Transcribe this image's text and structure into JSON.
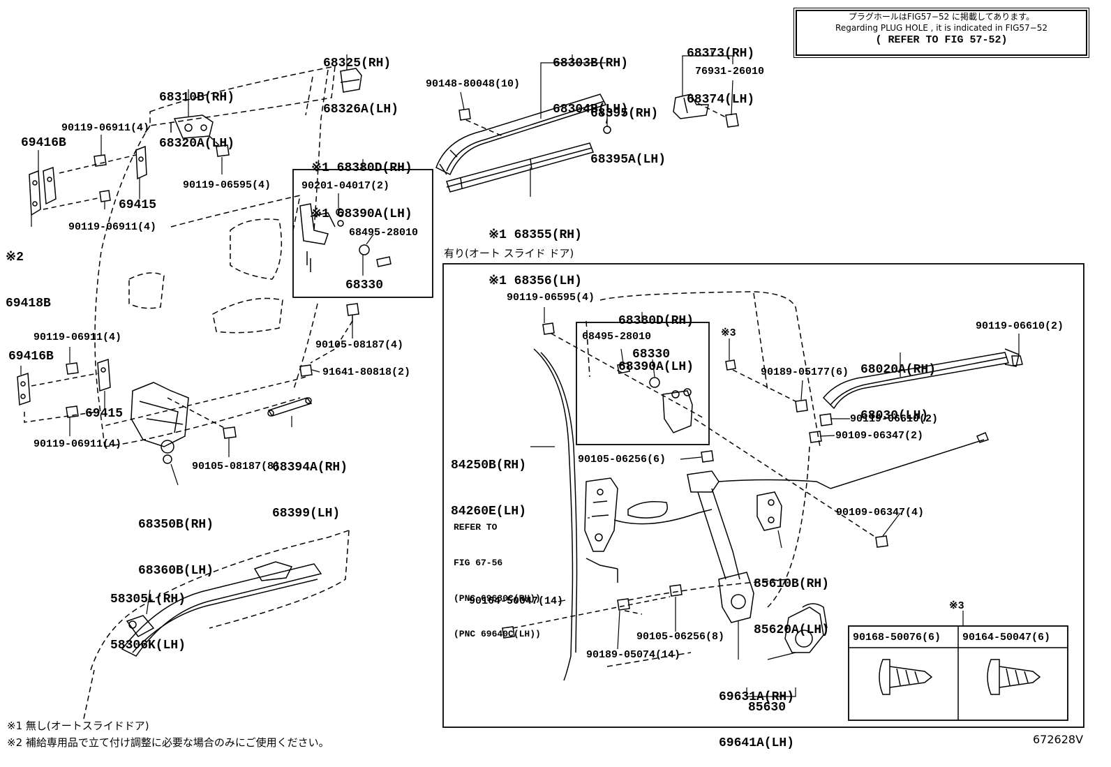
{
  "plug_note": {
    "line1": "プラグホールはFIG57−52 に掲載してあります。",
    "line2": "Regarding  PLUG HOLE , it is indicated in FIG57−52",
    "line3": "( REFER TO FIG 57-52)"
  },
  "section_auto_label": "有り(オート スライド ドア)",
  "footnotes": [
    "※1 無し(オートスライドドア)",
    "※2 補給専用品で立て付け調整に必要な場合のみにご使用ください。"
  ],
  "figure_code": "672628V",
  "refer_fig": {
    "line1": "REFER TO",
    "line2": "FIG 67-56",
    "line3": "(PNC 69630C(RH))",
    "line4": "(PNC 69640C(LH))"
  },
  "fastener_table": {
    "marker": "※3",
    "col1": "90168-50076(6)",
    "col2": "90164-50047(6)"
  },
  "labels": {
    "p68325": [
      "68325(RH)",
      "68326A(LH)"
    ],
    "p68310": [
      "68310B(RH)",
      "68320A(LH)"
    ],
    "b90119_06911_a": "90119-06911(4)",
    "p69416b_a": "69416B",
    "b90119_06595_a": "90119-06595(4)",
    "p69415_a": "69415",
    "b90119_06911_b": "90119-06911(4)",
    "p69418b": [
      "※2",
      "69418B"
    ],
    "p68380d_a": [
      "※1 68380D(RH)",
      "※1 68390A(LH)"
    ],
    "b90201": "90201-04017(2)",
    "p68495_a": "68495-28010",
    "p68330_a": "68330",
    "b90105_08187_a": "90105-08187(4)",
    "b90119_06911_c": "90119-06911(4)",
    "p69416b_b": "69416B",
    "b91641": "91641-80818(2)",
    "p69415_b": "69415",
    "b90119_06911_d": "90119-06911(4)",
    "b90105_08187_b": "90105-08187(8)",
    "p68394": [
      "68394A(RH)",
      "68399(LH)"
    ],
    "p68350": [
      "68350B(RH)",
      "68360B(LH)"
    ],
    "p58305": [
      "58305L(RH)",
      "58306K(LH)"
    ],
    "p68303": [
      "68303B(RH)",
      "68304B(LH)"
    ],
    "b90148": "90148-80048(10)",
    "p68395": [
      "68395(RH)",
      "68395A(LH)"
    ],
    "p68355": [
      "※1 68355(RH)",
      "※1 68356(LH)"
    ],
    "p68373": [
      "68373(RH)",
      "68374(LH)"
    ],
    "b76931": "76931-26010",
    "b90119_06595_b": "90119-06595(4)",
    "p68380d_b": [
      "68380D(RH)",
      "68390A(LH)"
    ],
    "p68495_b": "68495-28010",
    "p68330_b": "68330",
    "mark3": "※3",
    "b90189_05177": "90189-05177(6)",
    "p68020": [
      "68020A(RH)",
      "68030(LH)"
    ],
    "b90119_06610_a": "90119-06610(2)",
    "b90119_06610_b": "90119-06610(2)",
    "b90109_06347_a": "90109-06347(2)",
    "p84250": [
      "84250B(RH)",
      "84260E(LH)"
    ],
    "b90105_06256_a": "90105-06256(6)",
    "b90109_06347_b": "90109-06347(4)",
    "p85610": [
      "85610B(RH)",
      "85620A(LH)"
    ],
    "b90164_50047": "90164-50047(14)",
    "b90105_06256_b": "90105-06256(8)",
    "b90189_05074": "90189-05074(14)",
    "p69631": [
      "69631A(RH)",
      "69641A(LH)"
    ],
    "p85630": "85630"
  }
}
